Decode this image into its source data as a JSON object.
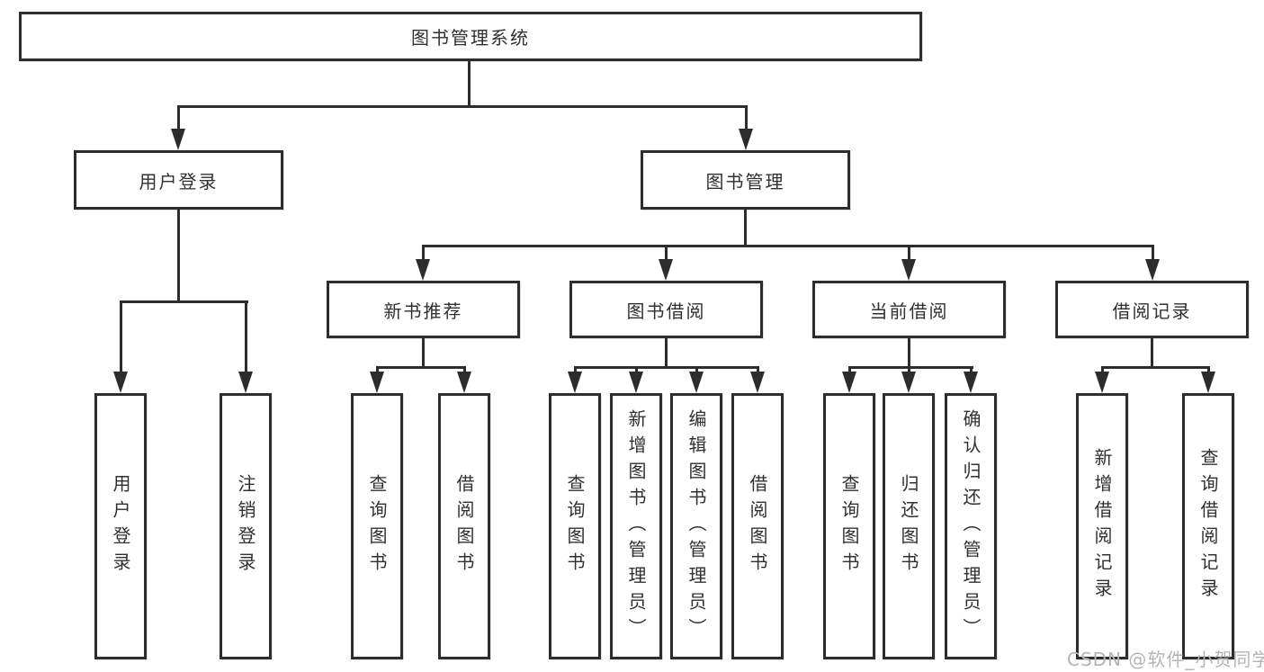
{
  "diagram": {
    "root": {
      "label": "图书管理系统"
    },
    "level2": [
      {
        "label": "用户登录",
        "children": [
          {
            "label": "用户登录"
          },
          {
            "label": "注销登录"
          }
        ]
      },
      {
        "label": "图书管理",
        "children": [
          {
            "label": "新书推荐",
            "children": [
              {
                "label": "查询图书"
              },
              {
                "label": "借阅图书"
              }
            ]
          },
          {
            "label": "图书借阅",
            "children": [
              {
                "label": "查询图书"
              },
              {
                "label": "新增图书（管理员）"
              },
              {
                "label": "编辑图书（管理员）"
              },
              {
                "label": "借阅图书"
              }
            ]
          },
          {
            "label": "当前借阅",
            "children": [
              {
                "label": "查询图书"
              },
              {
                "label": "归还图书"
              },
              {
                "label": "确认归还（管理员）"
              }
            ]
          },
          {
            "label": "借阅记录",
            "children": [
              {
                "label": "新增借阅记录"
              },
              {
                "label": "查询借阅记录"
              }
            ]
          }
        ]
      }
    ]
  },
  "watermark": {
    "text": "CSDN @软件_小贺同学"
  },
  "colors": {
    "line": "#2d2d2d",
    "text": "#303030",
    "background": "#ffffff",
    "watermark": "#b4b4b4"
  }
}
